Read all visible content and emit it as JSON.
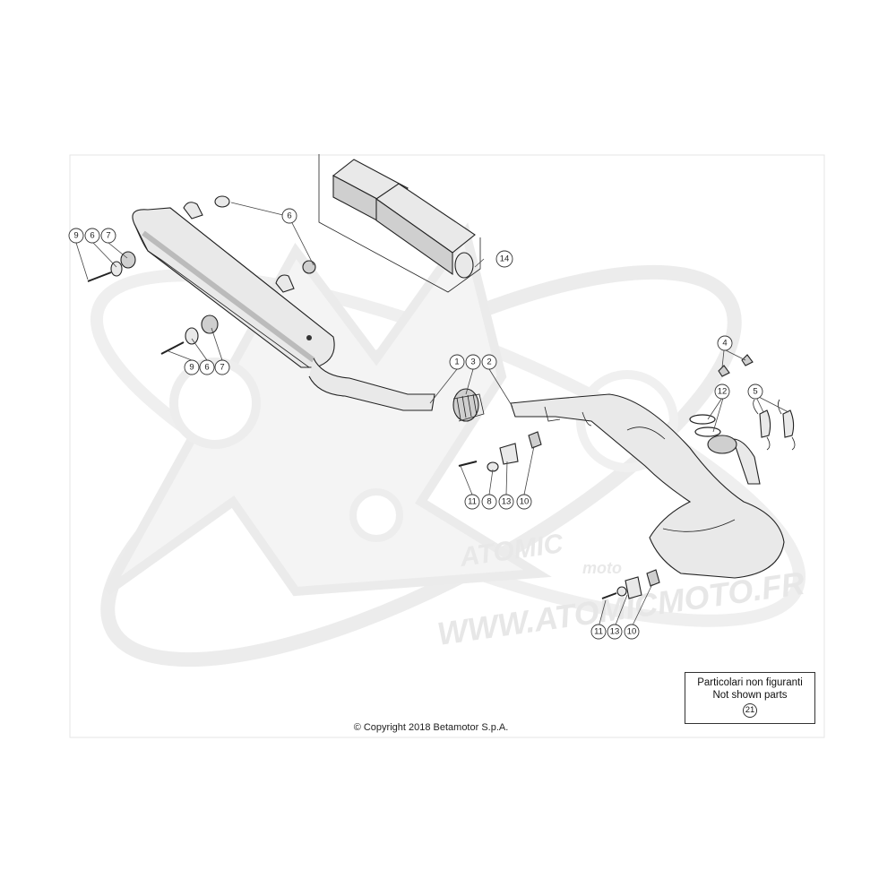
{
  "watermark": {
    "brand": "ATOMIC",
    "subbrand": "moto",
    "url": "WWW.ATOMICMOTO.FR"
  },
  "callouts": [
    {
      "id": "c-9a",
      "label": "9"
    },
    {
      "id": "c-6a",
      "label": "6"
    },
    {
      "id": "c-7a",
      "label": "7"
    },
    {
      "id": "c-6top",
      "label": "6"
    },
    {
      "id": "c-14",
      "label": "14"
    },
    {
      "id": "c-9b",
      "label": "9"
    },
    {
      "id": "c-6b",
      "label": "6"
    },
    {
      "id": "c-7b",
      "label": "7"
    },
    {
      "id": "c-1",
      "label": "1"
    },
    {
      "id": "c-3",
      "label": "3"
    },
    {
      "id": "c-2",
      "label": "2"
    },
    {
      "id": "c-4",
      "label": "4"
    },
    {
      "id": "c-12",
      "label": "12"
    },
    {
      "id": "c-5",
      "label": "5"
    },
    {
      "id": "c-11a",
      "label": "11"
    },
    {
      "id": "c-8",
      "label": "8"
    },
    {
      "id": "c-13a",
      "label": "13"
    },
    {
      "id": "c-10a",
      "label": "10"
    },
    {
      "id": "c-11b",
      "label": "11"
    },
    {
      "id": "c-13b",
      "label": "13"
    },
    {
      "id": "c-10b",
      "label": "10"
    }
  ],
  "notshown": {
    "title_it": "Particolari non figuranti",
    "title_en": "Not shown parts",
    "number": "21"
  },
  "copyright": "© Copyright 2018 Betamotor S.p.A."
}
